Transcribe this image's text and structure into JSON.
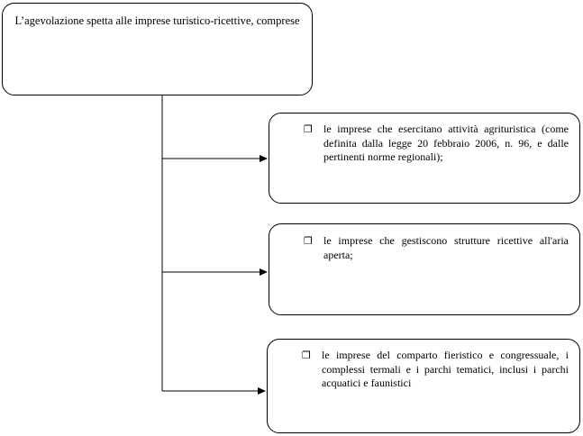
{
  "root": {
    "text": "L’agevolazione spetta alle imprese turistico-ricettive, comprese"
  },
  "items": [
    {
      "bullet_icon": "checkbox-icon",
      "bullet_glyph": "❐",
      "text": "le imprese che esercitano attività agrituristica (come definita dalla legge 20 febbraio 2006, n. 96, e dalle pertinenti norme regionali);"
    },
    {
      "bullet_icon": "checkbox-icon",
      "bullet_glyph": "❐",
      "text": "le imprese che gestiscono strutture ricettive all'aria aperta;"
    },
    {
      "bullet_icon": "checkbox-icon",
      "bullet_glyph": "❐",
      "text": "le imprese del comparto fieristico e congressuale, i complessi termali e i parchi tematici, inclusi i parchi acquatici e faunistici"
    }
  ]
}
